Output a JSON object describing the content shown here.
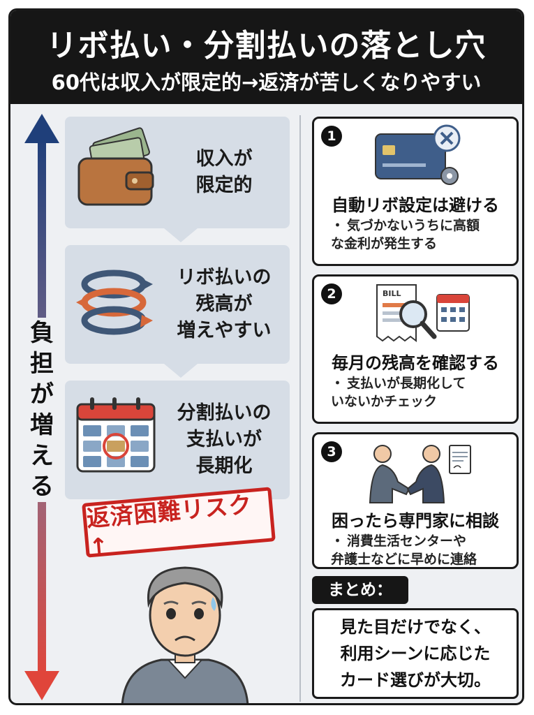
{
  "header": {
    "title": "リボ払い・分割払いの落とし穴",
    "subtitle": "60代は収入が限定的→返済が苦しくなりやすい"
  },
  "left_column": {
    "arrow_label": "負担が増える",
    "steps": [
      {
        "label": "収入が\n限定的",
        "icon": "wallet-icon"
      },
      {
        "label": "リボ払いの\n残高が\n増えやすい",
        "icon": "cycle-arrows-icon"
      },
      {
        "label": "分割払いの\n支払いが\n長期化",
        "icon": "calendar-cards-icon"
      }
    ],
    "risk_stamp": "返済困難リスク↑",
    "person_icon": "worried-senior-icon"
  },
  "tips": [
    {
      "number": "1",
      "icon": "credit-card-cancel-icon",
      "title": "自動リボ設定は避ける",
      "bullet": "気づかないうちに高額\nな金利が発生する"
    },
    {
      "number": "2",
      "icon": "bill-calendar-icon",
      "title": "毎月の残高を確認する",
      "bullet": "支払いが長期化して\nいないかチェック"
    },
    {
      "number": "3",
      "icon": "handshake-icon",
      "title": "困ったら専門家に相談",
      "bullet": "消費生活センターや\n弁護士などに早めに連絡"
    }
  ],
  "bill_label": "BILL",
  "bullet_dot": "・",
  "summary": {
    "tag": "まとめ：",
    "text": "見た目だけでなく、\n利用シーンに応じた\nカード選びが大切。"
  },
  "colors": {
    "header_bg": "#161616",
    "arrow_top": "#1f3f7a",
    "arrow_bottom": "#e0453a",
    "risk_red": "#c8231f",
    "panel_bg": "#d6dde6"
  }
}
